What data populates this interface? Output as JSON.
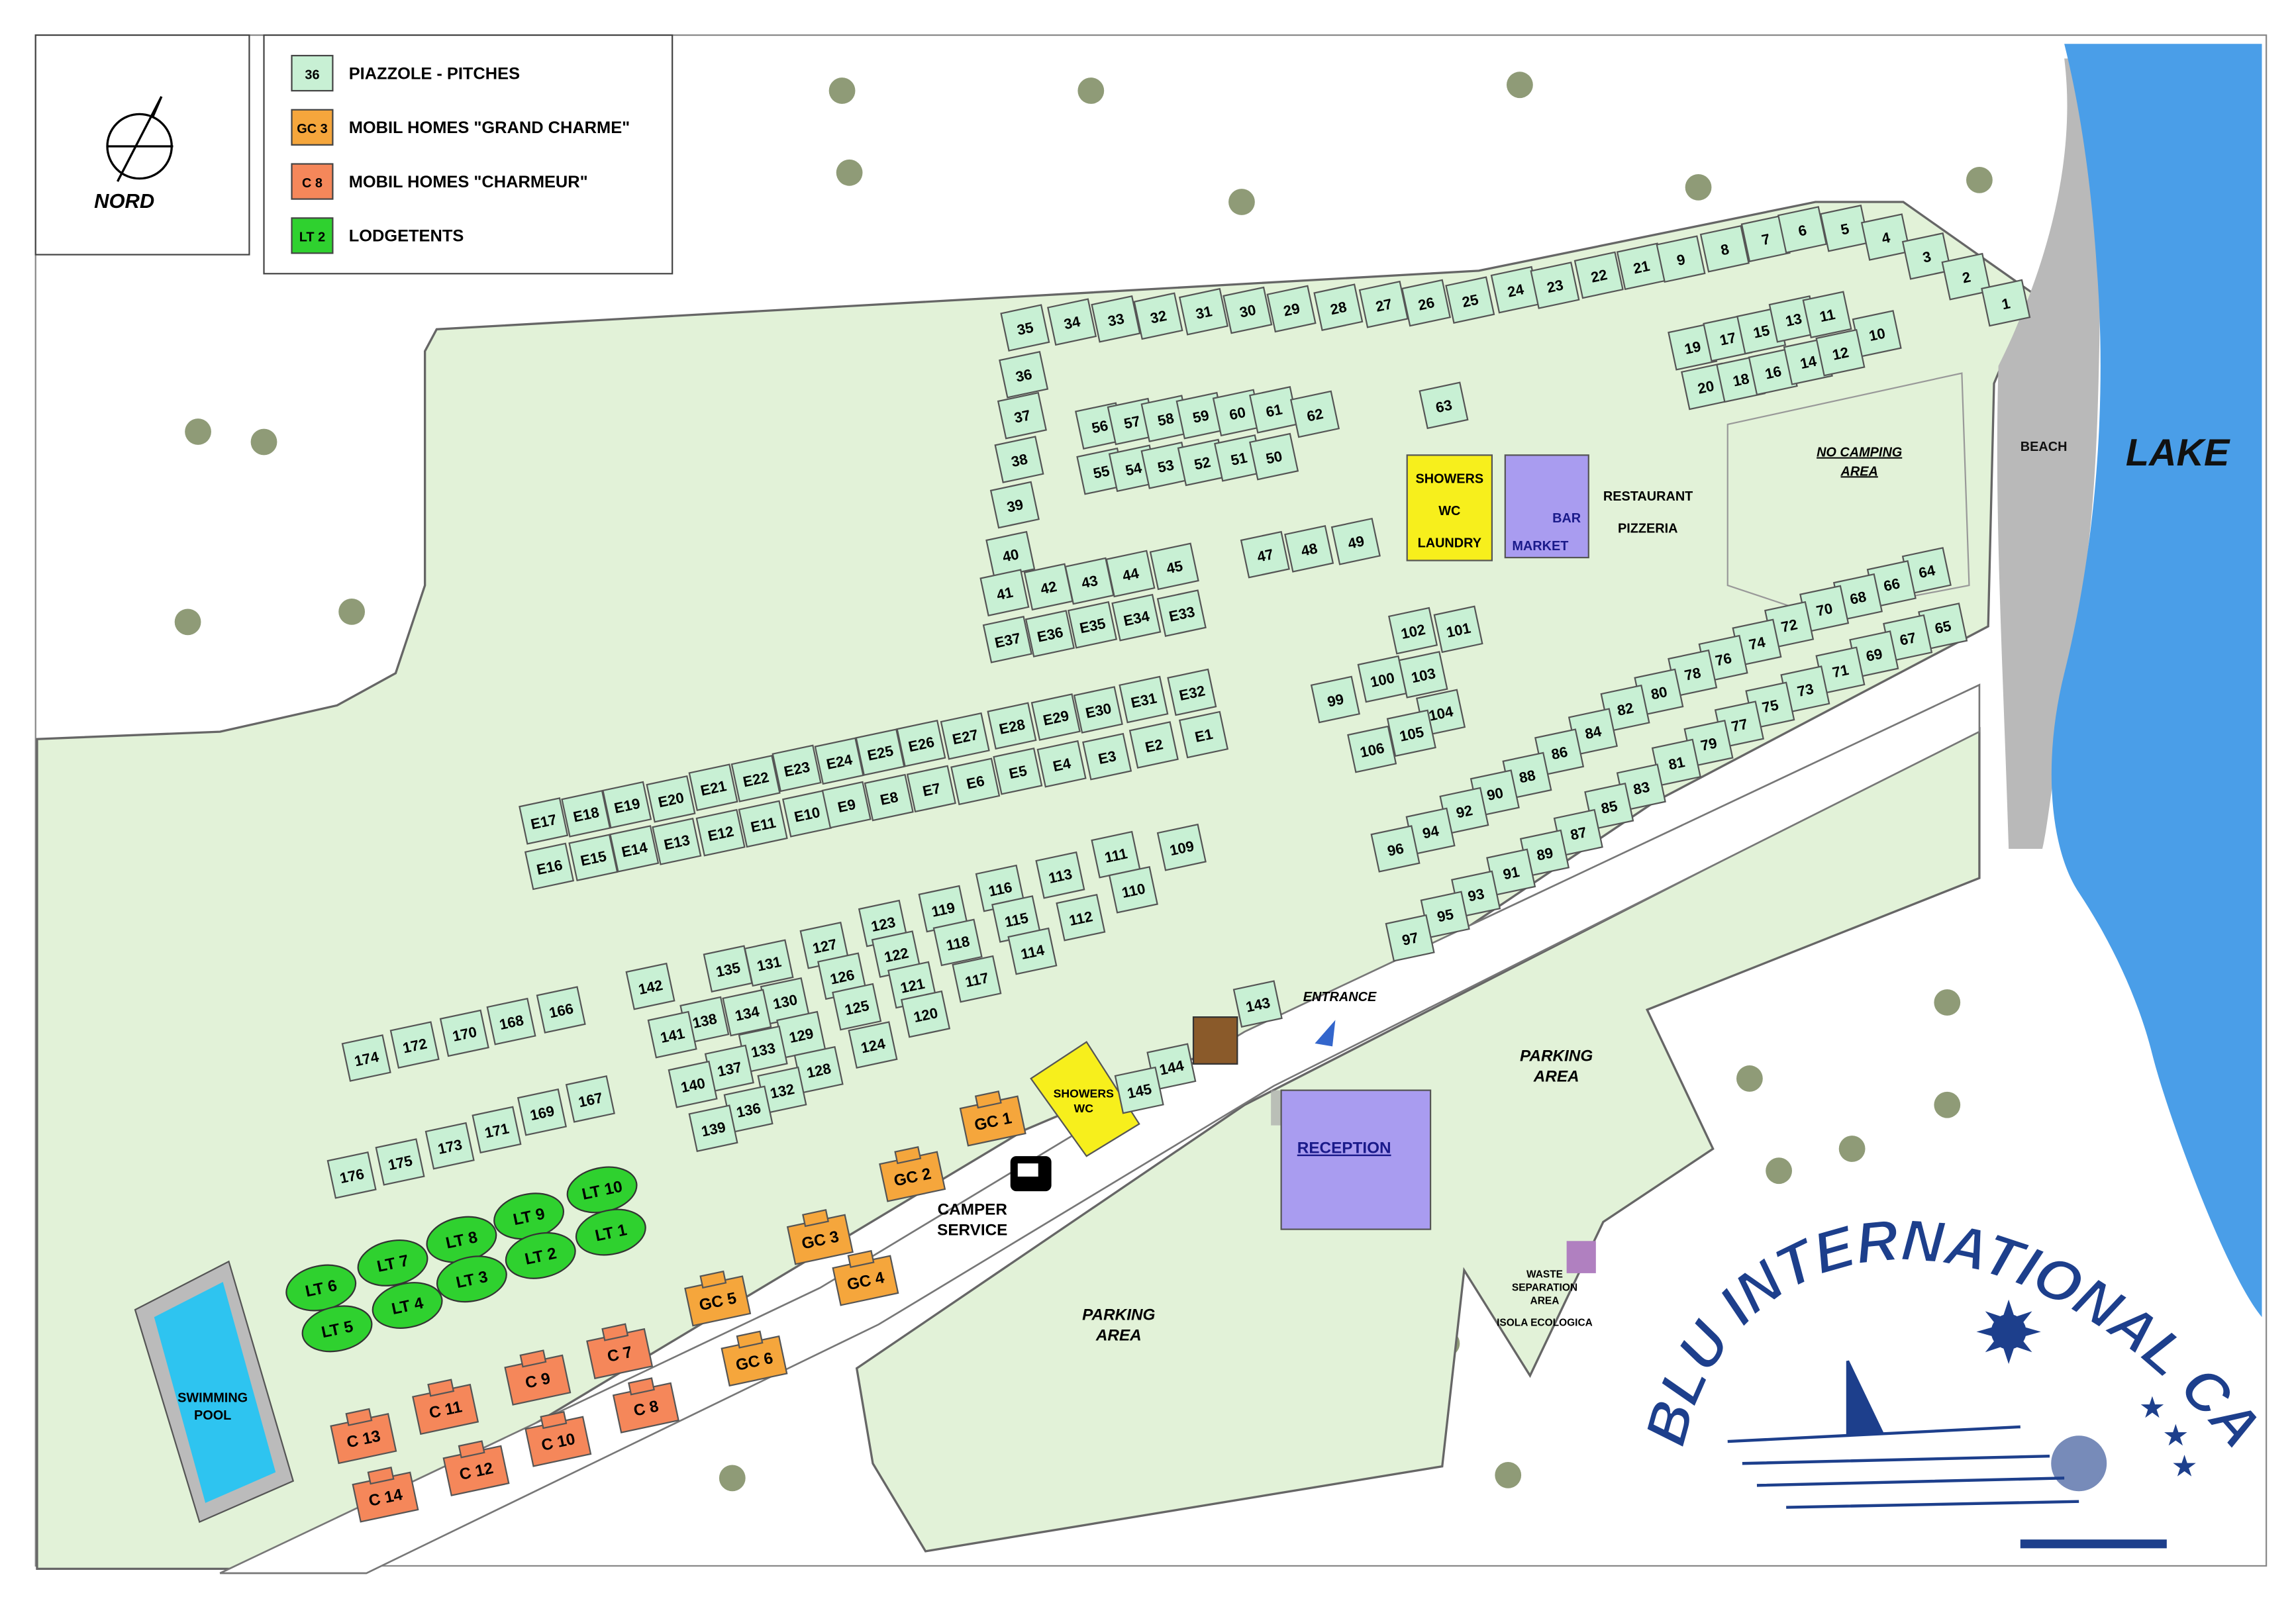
{
  "legend": {
    "items": [
      {
        "swatch": "36",
        "label": "PIAZZOLE - PITCHES",
        "color": "#c8f0d4"
      },
      {
        "swatch": "GC 3",
        "label": "MOBIL HOMES \"GRAND CHARME\"",
        "color": "#f5a63c"
      },
      {
        "swatch": "C 8",
        "label": "MOBIL HOMES \"CHARMEUR\"",
        "color": "#f5875a"
      },
      {
        "swatch": "LT 2",
        "label": "LODGETENTS",
        "color": "#2fd12f"
      }
    ]
  },
  "compass": {
    "label": "NORD"
  },
  "pitches": {
    "top_row": [
      "35",
      "34",
      "33",
      "32",
      "31",
      "30",
      "29",
      "28",
      "27",
      "26",
      "25",
      "24",
      "23",
      "22",
      "21",
      "9",
      "8",
      "7",
      "6",
      "5",
      "4",
      "3",
      "2",
      "1"
    ],
    "west_column": [
      "36",
      "37",
      "38",
      "39",
      "40"
    ],
    "block_56": [
      "56",
      "57",
      "58",
      "59",
      "60",
      "61",
      "62"
    ],
    "block_55": [
      "55",
      "54",
      "53",
      "52",
      "51",
      "50"
    ],
    "row_41": [
      "41",
      "42",
      "43",
      "44",
      "45"
    ],
    "row_e37": [
      "E37",
      "E36",
      "E35",
      "E34",
      "E33"
    ],
    "row_47": [
      "47",
      "48",
      "49"
    ],
    "single_63": [
      "63"
    ],
    "block_19": [
      "19",
      "17",
      "15",
      "13",
      "11",
      "10"
    ],
    "block_20": [
      "20",
      "18",
      "16",
      "14",
      "12"
    ],
    "block_99": [
      "102",
      "101",
      "99",
      "100",
      "103",
      "104",
      "105",
      "106"
    ],
    "row_e_upper": [
      "E17",
      "E18",
      "E19",
      "E20",
      "E21",
      "E22",
      "E23",
      "E24",
      "E25",
      "E26",
      "E27",
      "E28",
      "E29",
      "E30",
      "E31",
      "E32"
    ],
    "row_e_lower": [
      "E16",
      "E15",
      "E14",
      "E13",
      "E12",
      "E11",
      "E10",
      "E9",
      "E8",
      "E7",
      "E6",
      "E5",
      "E4",
      "E3",
      "E2",
      "E1"
    ],
    "row_even_east": [
      "64",
      "66",
      "68",
      "70",
      "72",
      "74",
      "76",
      "78",
      "80",
      "82",
      "84",
      "86",
      "88",
      "90",
      "92",
      "94",
      "96"
    ],
    "row_odd_east": [
      "65",
      "67",
      "69",
      "71",
      "73",
      "75",
      "77",
      "79",
      "81",
      "83",
      "85",
      "87",
      "89",
      "91",
      "93",
      "95",
      "97"
    ],
    "central_blocks": [
      "109",
      "111",
      "110",
      "113",
      "112",
      "116",
      "115",
      "114",
      "119",
      "118",
      "117",
      "123",
      "122",
      "121",
      "120",
      "127",
      "126",
      "125",
      "124",
      "131",
      "130",
      "129",
      "128",
      "135",
      "134",
      "133",
      "132",
      "136",
      "137",
      "138",
      "139",
      "140",
      "141",
      "142",
      "143",
      "144",
      "145"
    ],
    "row_174": [
      "174",
      "172",
      "170",
      "168",
      "166"
    ],
    "row_176": [
      "176",
      "175",
      "173",
      "171",
      "169",
      "167"
    ]
  },
  "lodgetents": [
    "LT 6",
    "LT 5",
    "LT 7",
    "LT 4",
    "LT 8",
    "LT 3",
    "LT 9",
    "LT 2",
    "LT 10",
    "LT 1"
  ],
  "grand_charme": [
    "GC 1",
    "GC 2",
    "GC 3",
    "GC 4",
    "GC 5",
    "GC 6"
  ],
  "charmeur": [
    "C 7",
    "C 8",
    "C 9",
    "C 10",
    "C 11",
    "C 12",
    "C 13",
    "C 14"
  ],
  "facilities": {
    "showers_north": [
      "SHOWERS",
      "WC",
      "LAUNDRY"
    ],
    "bar": "BAR",
    "market": "MARKET",
    "restaurant": "RESTAURANT",
    "pizzeria": "PIZZERIA",
    "no_camping": [
      "NO CAMPING",
      "AREA"
    ],
    "beach": "BEACH",
    "lake": "LAKE",
    "entrance": "ENTRANCE",
    "showers_south": [
      "SHOWERS",
      "WC"
    ],
    "camper_service": [
      "CAMPER",
      "SERVICE"
    ],
    "reception": "RECEPTION",
    "parking_east": [
      "PARKING",
      "AREA"
    ],
    "parking_south": [
      "PARKING",
      "AREA"
    ],
    "waste": [
      "WASTE",
      "SEPARATION",
      "AREA",
      "ISOLA ECOLOGICA"
    ],
    "pool": [
      "SWIMMING",
      "POOL"
    ]
  },
  "logo": {
    "text": "BLU INTERNATIONAL CAMPING"
  },
  "colors": {
    "ground": "#e2f2d8",
    "pitch": "#c8f0d4",
    "lake": "#4a9ee8",
    "beach": "#b8b8b8",
    "showers": "#f7ef1c",
    "bar": "#a99cf0",
    "logo": "#1d3f8c"
  }
}
